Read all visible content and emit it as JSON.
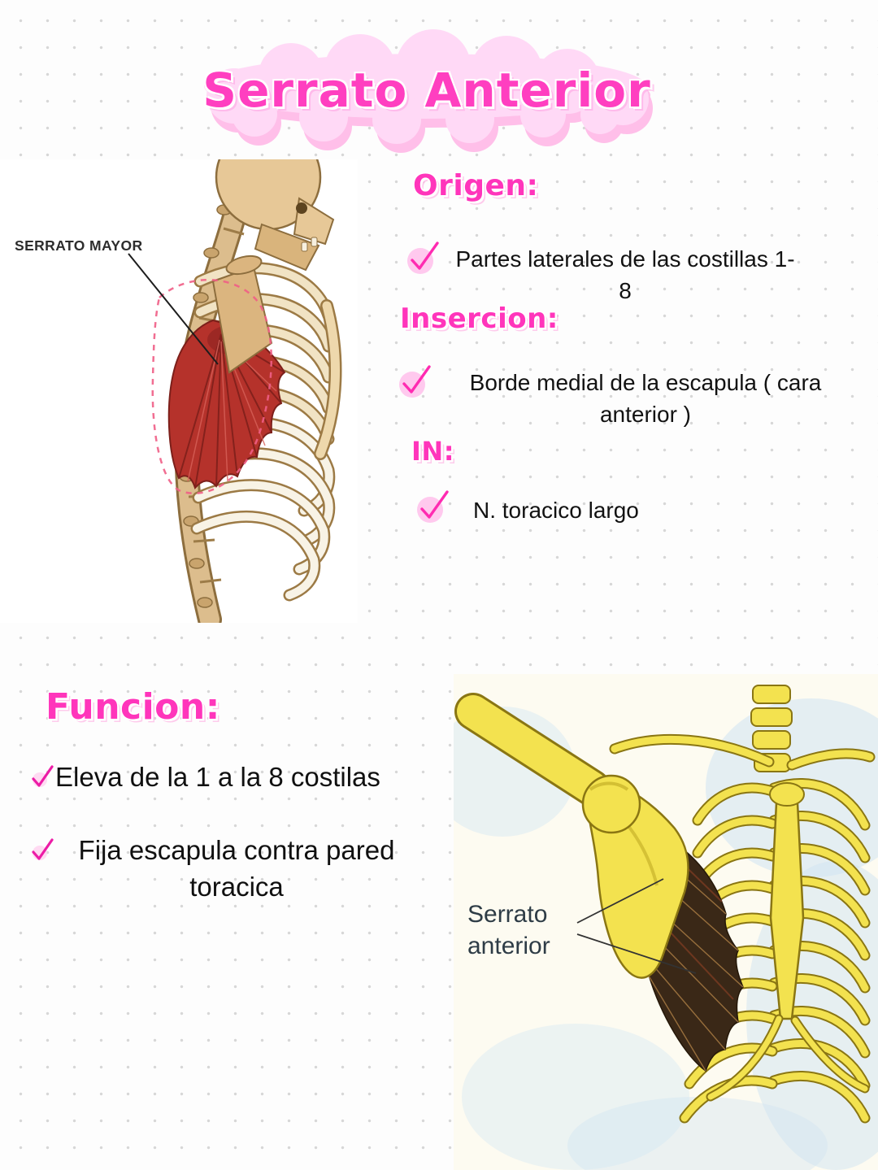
{
  "page": {
    "title": "Serrato Anterior"
  },
  "sections": {
    "origen": {
      "heading": "Origen:",
      "item": "Partes laterales de las costillas 1-8"
    },
    "insercion": {
      "heading": "Insercion:",
      "item": "Borde medial de la escapula ( cara anterior )"
    },
    "inervacion": {
      "heading": "IN:",
      "item": "N. toracico largo"
    },
    "funcion": {
      "heading": "Funcion:",
      "items": [
        "Eleva de la 1 a la 8 costilas",
        "Fija escapula contra pared toracica"
      ]
    }
  },
  "figures": {
    "lateral_view": {
      "label": "SERRATO MAYOR"
    },
    "anterior_view": {
      "label": "Serrato anterior"
    }
  },
  "icons": {
    "check": "✓"
  },
  "colors": {
    "accent_pink": "#ff35bb",
    "cloud_pink": "#ffd9f6",
    "check_circle_pink": "#ffc9ee",
    "muscle_red": "#b5322b",
    "bone_tan": "#e7c897",
    "bone_yellow": "#f3e24f",
    "text_dark": "#121212"
  }
}
